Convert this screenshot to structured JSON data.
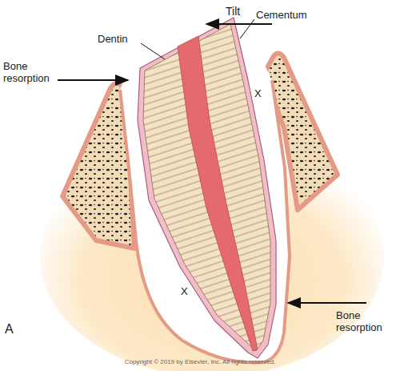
{
  "diagram": {
    "labels": [
      "Tilt",
      "Cementum",
      "Dentin",
      "X",
      "Bone resorption",
      "X",
      "Bone resorption",
      "A",
      "Copyright © 2019 by Elsevier, Inc. All rights reserved."
    ]
  }
}
